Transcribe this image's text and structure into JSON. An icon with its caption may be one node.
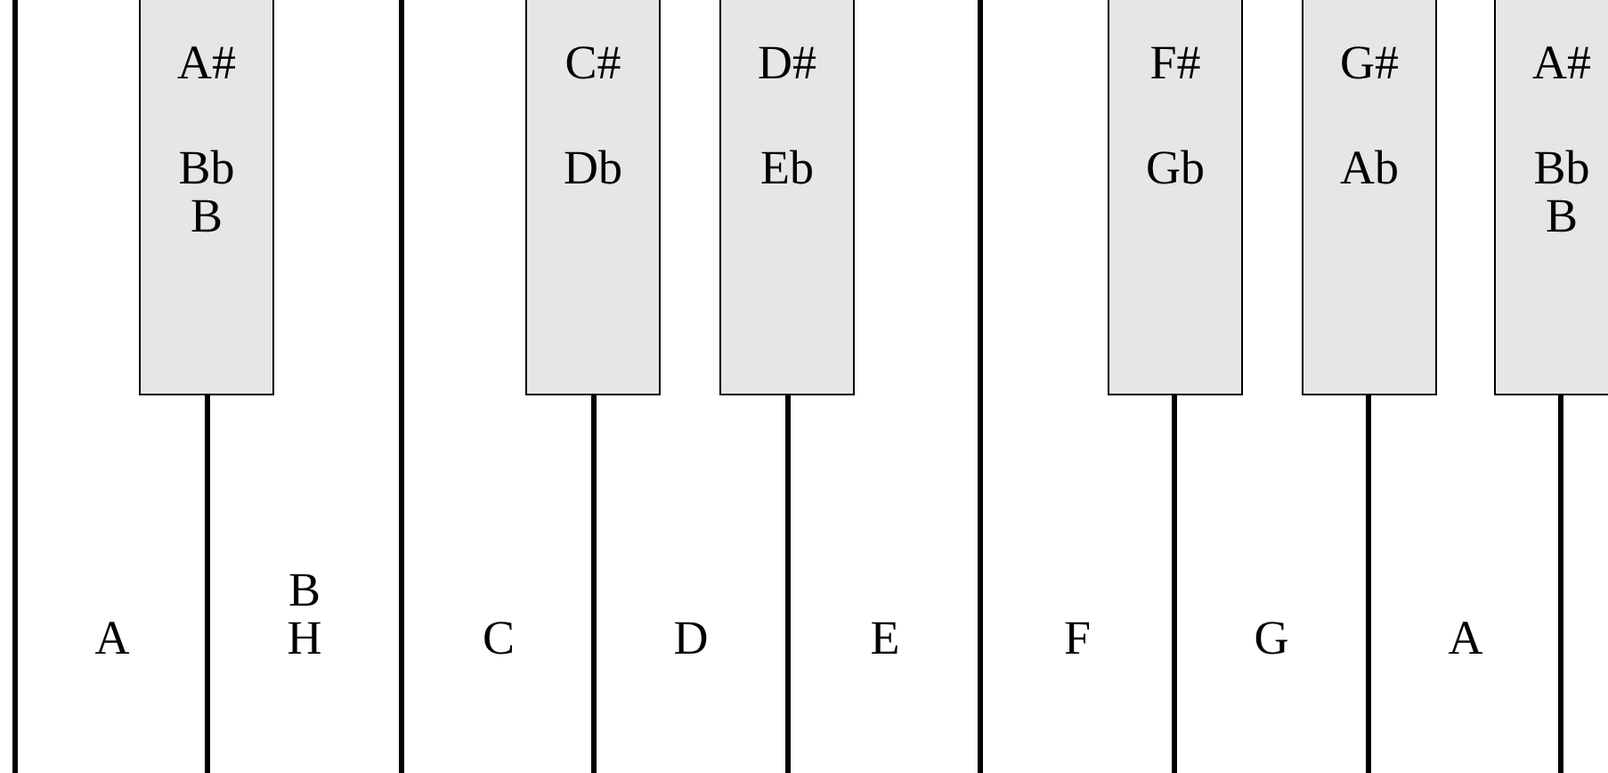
{
  "diagram": {
    "nodes": [
      {
        "text": [
          "A#",
          "Bb",
          "B"
        ]
      },
      {
        "text": [
          "C#",
          "Db"
        ]
      },
      {
        "text": [
          "D#",
          "Eb"
        ]
      },
      {
        "text": [
          "F#",
          "Gb"
        ]
      },
      {
        "text": [
          "G#",
          "Ab"
        ]
      },
      {
        "text": [
          "A#",
          "Bb",
          "B"
        ]
      },
      {
        "text": [
          "A"
        ]
      },
      {
        "text": [
          "B",
          "H"
        ]
      },
      {
        "text": [
          "C"
        ]
      },
      {
        "text": [
          "D"
        ]
      },
      {
        "text": [
          "E"
        ]
      },
      {
        "text": [
          "F"
        ]
      },
      {
        "text": [
          "G"
        ]
      },
      {
        "text": [
          "A"
        ]
      },
      {
        "text": [],
        "shape": "box"
      }
    ]
  }
}
